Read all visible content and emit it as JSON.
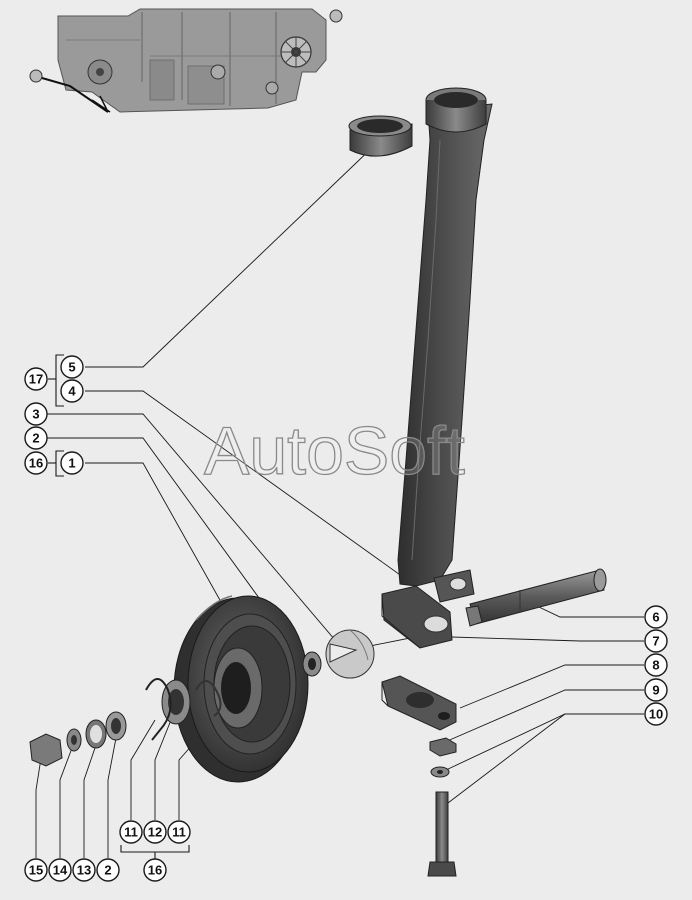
{
  "watermark": "AutoSoft",
  "colors": {
    "background": "#ececec",
    "part_dark": "#3d3d3d",
    "part_mid": "#5a5a5a",
    "part_light": "#8c8c8c"
  },
  "callouts": [
    {
      "id": "c5",
      "label": "5"
    },
    {
      "id": "c17",
      "label": "17"
    },
    {
      "id": "c4",
      "label": "4"
    },
    {
      "id": "c3",
      "label": "3"
    },
    {
      "id": "c2a",
      "label": "2"
    },
    {
      "id": "c16a",
      "label": "16"
    },
    {
      "id": "c1",
      "label": "1"
    },
    {
      "id": "c6",
      "label": "6"
    },
    {
      "id": "c7",
      "label": "7"
    },
    {
      "id": "c8",
      "label": "8"
    },
    {
      "id": "c9",
      "label": "9"
    },
    {
      "id": "c10",
      "label": "10"
    },
    {
      "id": "c11a",
      "label": "11"
    },
    {
      "id": "c12",
      "label": "12"
    },
    {
      "id": "c11b",
      "label": "11"
    },
    {
      "id": "c16b",
      "label": "16"
    },
    {
      "id": "c15",
      "label": "15"
    },
    {
      "id": "c14",
      "label": "14"
    },
    {
      "id": "c13",
      "label": "13"
    },
    {
      "id": "c2b",
      "label": "2"
    }
  ]
}
